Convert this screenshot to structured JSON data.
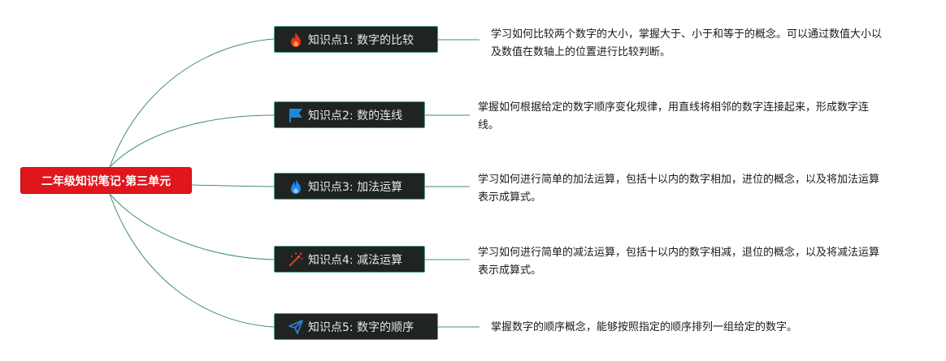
{
  "root": {
    "label": "二年级知识笔记·第三单元"
  },
  "topics": [
    {
      "label": "知识点1: 数字的比较",
      "icon": "fire-icon",
      "icon_color": "#e8341c",
      "desc": "学习如何比较两个数字的大小，掌握大于、小于和等于的概念。可以通过数值大小以及数值在数轴上的位置进行比较判断。"
    },
    {
      "label": "知识点2: 数的连线",
      "icon": "flag-icon",
      "icon_color": "#1e88d6",
      "desc": "掌握如何根据给定的数字顺序变化规律，用直线将相邻的数字连接起来，形成数字连线。"
    },
    {
      "label": "知识点3: 加法运算",
      "icon": "flame-icon",
      "icon_color": "#1e88e5",
      "desc": "学习如何进行简单的加法运算，包括十以内的数字相加，进位的概念，以及将加法运算表示成算式。"
    },
    {
      "label": "知识点4: 减法运算",
      "icon": "magic-wand-icon",
      "icon_color": "#c0392b",
      "desc": "学习如何进行简单的减法运算，包括十以内的数字相减，退位的概念，以及将减法运算表示成算式。"
    },
    {
      "label": "知识点5: 数字的顺序",
      "icon": "paper-plane-icon",
      "icon_color": "#2e86de",
      "desc": "掌握数字的顺序概念，能够按照指定的顺序排列一组给定的数字。"
    }
  ],
  "colors": {
    "line": "#3f8f74",
    "root_bg": "#e0161c",
    "topic_bg": "#1f2421",
    "topic_border": "#4f9a83"
  }
}
